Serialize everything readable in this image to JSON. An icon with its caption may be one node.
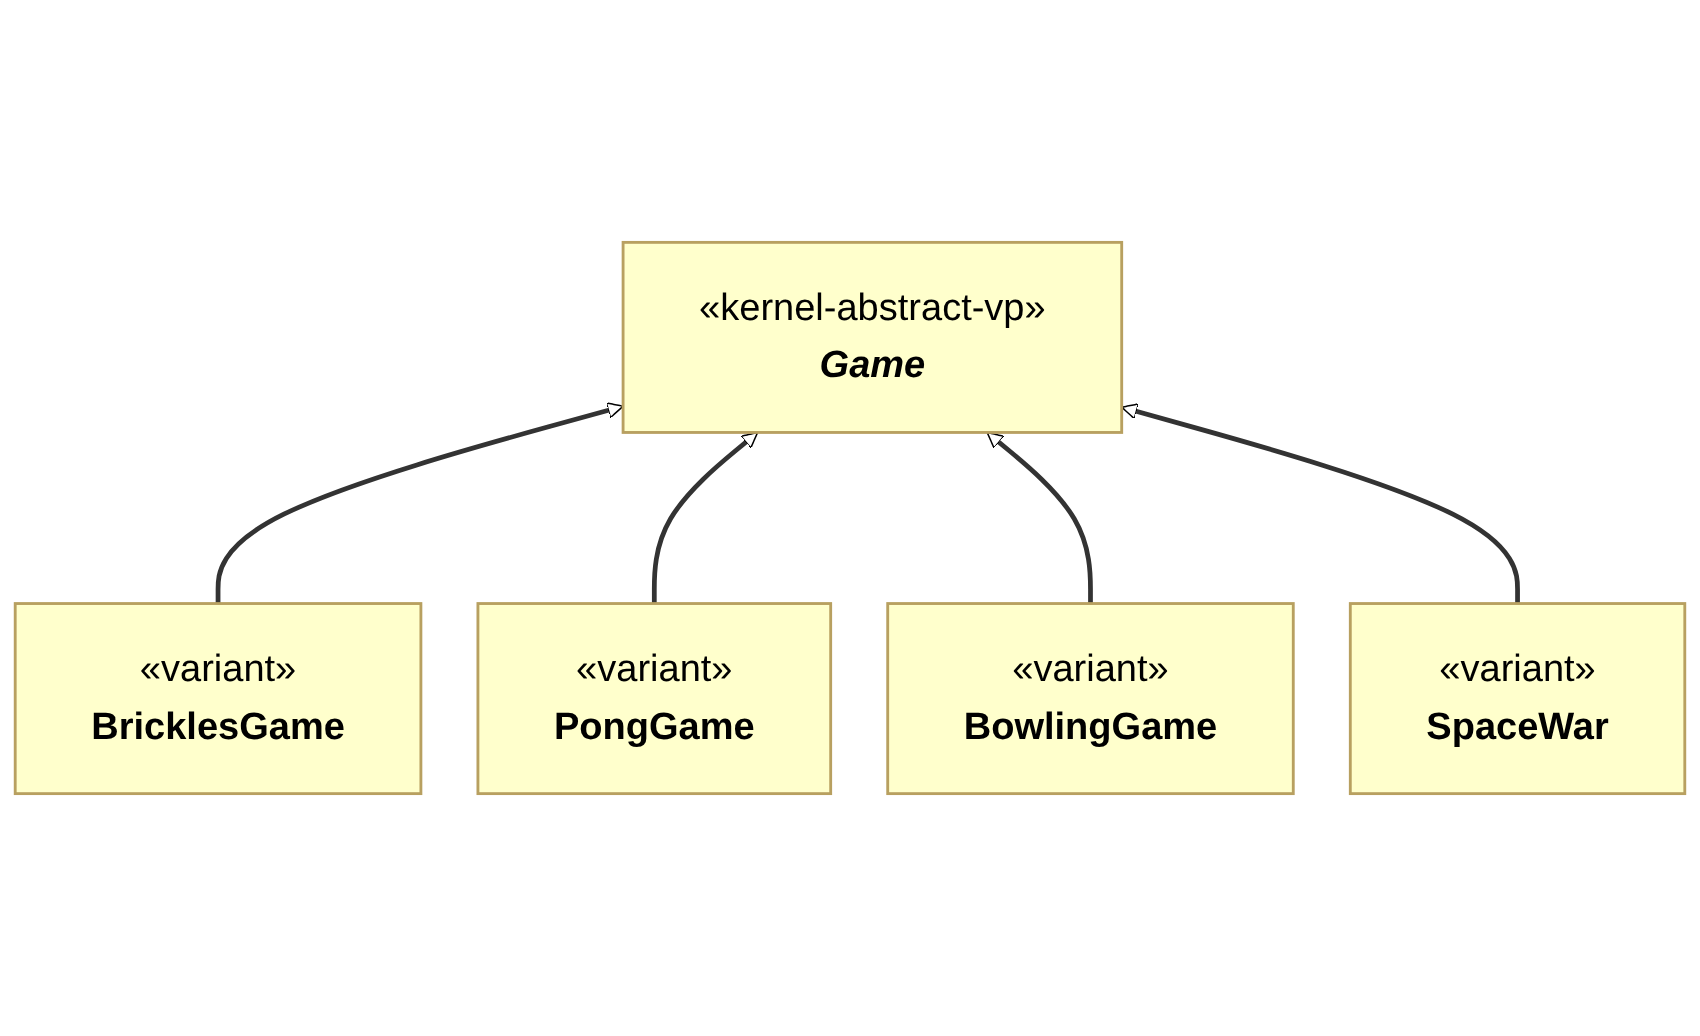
{
  "diagram": {
    "nodes": [
      {
        "text": [
          "«kernel-abstract-vp»",
          "Game"
        ]
      },
      {
        "text": [
          "«variant»",
          "BricklesGame"
        ]
      },
      {
        "text": [
          "«variant»",
          "PongGame"
        ]
      },
      {
        "text": [
          "«variant»",
          "BowlingGame"
        ]
      },
      {
        "text": [
          "«variant»",
          "SpaceWar"
        ]
      }
    ],
    "edges": [
      {
        "from": 1,
        "to": 0,
        "arrow": "to"
      },
      {
        "from": 2,
        "to": 0,
        "arrow": "to"
      },
      {
        "from": 3,
        "to": 0,
        "arrow": "to"
      },
      {
        "from": 4,
        "to": 0,
        "arrow": "to"
      }
    ]
  }
}
